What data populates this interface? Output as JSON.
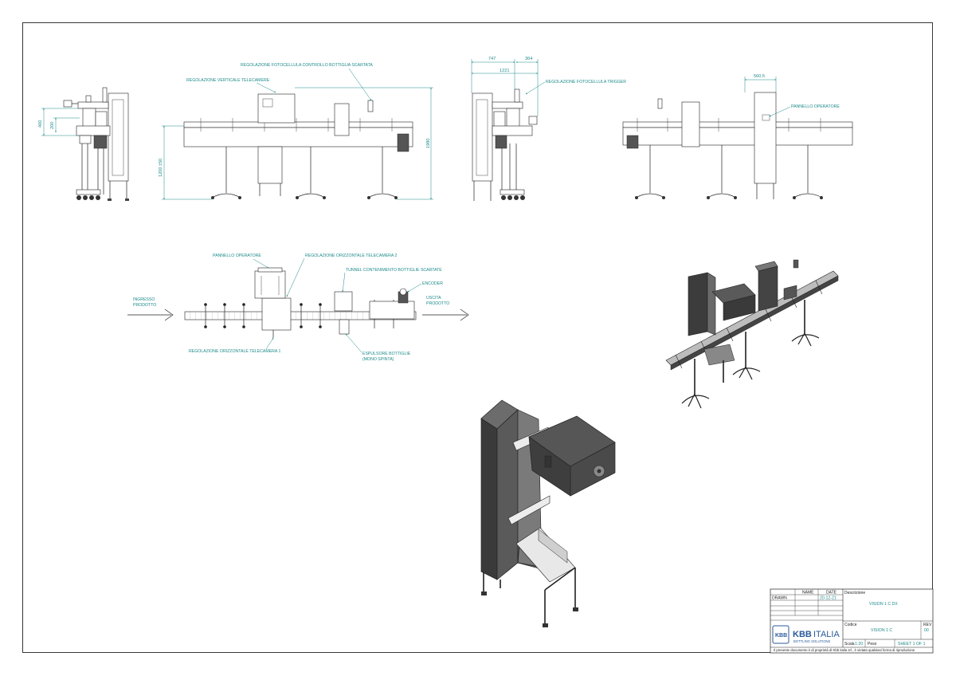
{
  "drawing": {
    "notes": {
      "fotocellula_scartata": "REGOLAZIONE FOTOCELLULA CONTROLLO BOTTIGLIA SCARTATA",
      "verticale_telecamere": "REGOLAZIONE VERTICALE TELECAMERE",
      "fotocellula_trigger": "REGOLAZIONE FOTOCELLULA TRIGGER",
      "pannello_operatore_side": "PANNELLO OPERATORE",
      "pannello_operatore_top": "PANNELLO OPERATORE",
      "orizzontale_tel2": "REGOLAZIONE ORIZZONTALE TELECAMERA 2",
      "tunnel": "TUNNEL CONTENIMENTO BOTTIGLIE SCARTATE",
      "encoder": "ENCODER",
      "orizzontale_tel1": "REGOLAZIONE ORIZZONTALE TELECAMERA 1",
      "espulsore_1": "ESPULSORE BOTTIGLIE",
      "espulsore_2": "(MONO SPINTA)",
      "ingresso_1": "INGRESSO",
      "ingresso_2": "PRODOTTO",
      "uscita_1": "USCITA",
      "uscita_2": "PRODOTTO"
    },
    "dimensions": {
      "d400": "400",
      "d200": "200",
      "d1200": "1200 ±50",
      "d1980": "1980",
      "d747": "747",
      "d1221": "1221",
      "d364": "364",
      "d560": "560.5"
    }
  },
  "title_block": {
    "name_header": "NAME",
    "date_header": "DATE",
    "drawn_label": "DRAWN",
    "drawn_date": "20-12-21",
    "descrizione_label": "Descrizione",
    "descrizione_value": "VISION 1 C DX",
    "codice_label": "Codice",
    "codice_value": "VISION 1 C",
    "rev_label": "REV",
    "rev_value": "00",
    "scala_label": "Scala",
    "scala_value": "1:20",
    "peso_label": "Peso",
    "sheet": "SHEET 1 OF 1",
    "logo_main": "KBB",
    "logo_italia": "ITALIA",
    "logo_sub": "BOTTLING SOLUTIONS",
    "disclaimer": "Il presente documento è di proprietà di Kbb italia srl , è vietata qualsiasi forma di riproduzione"
  },
  "colors": {
    "annotation": "#1f8a8a",
    "line": "#222222",
    "steel_dark": "#3c3c3c",
    "logo": "#2a5a9a"
  }
}
